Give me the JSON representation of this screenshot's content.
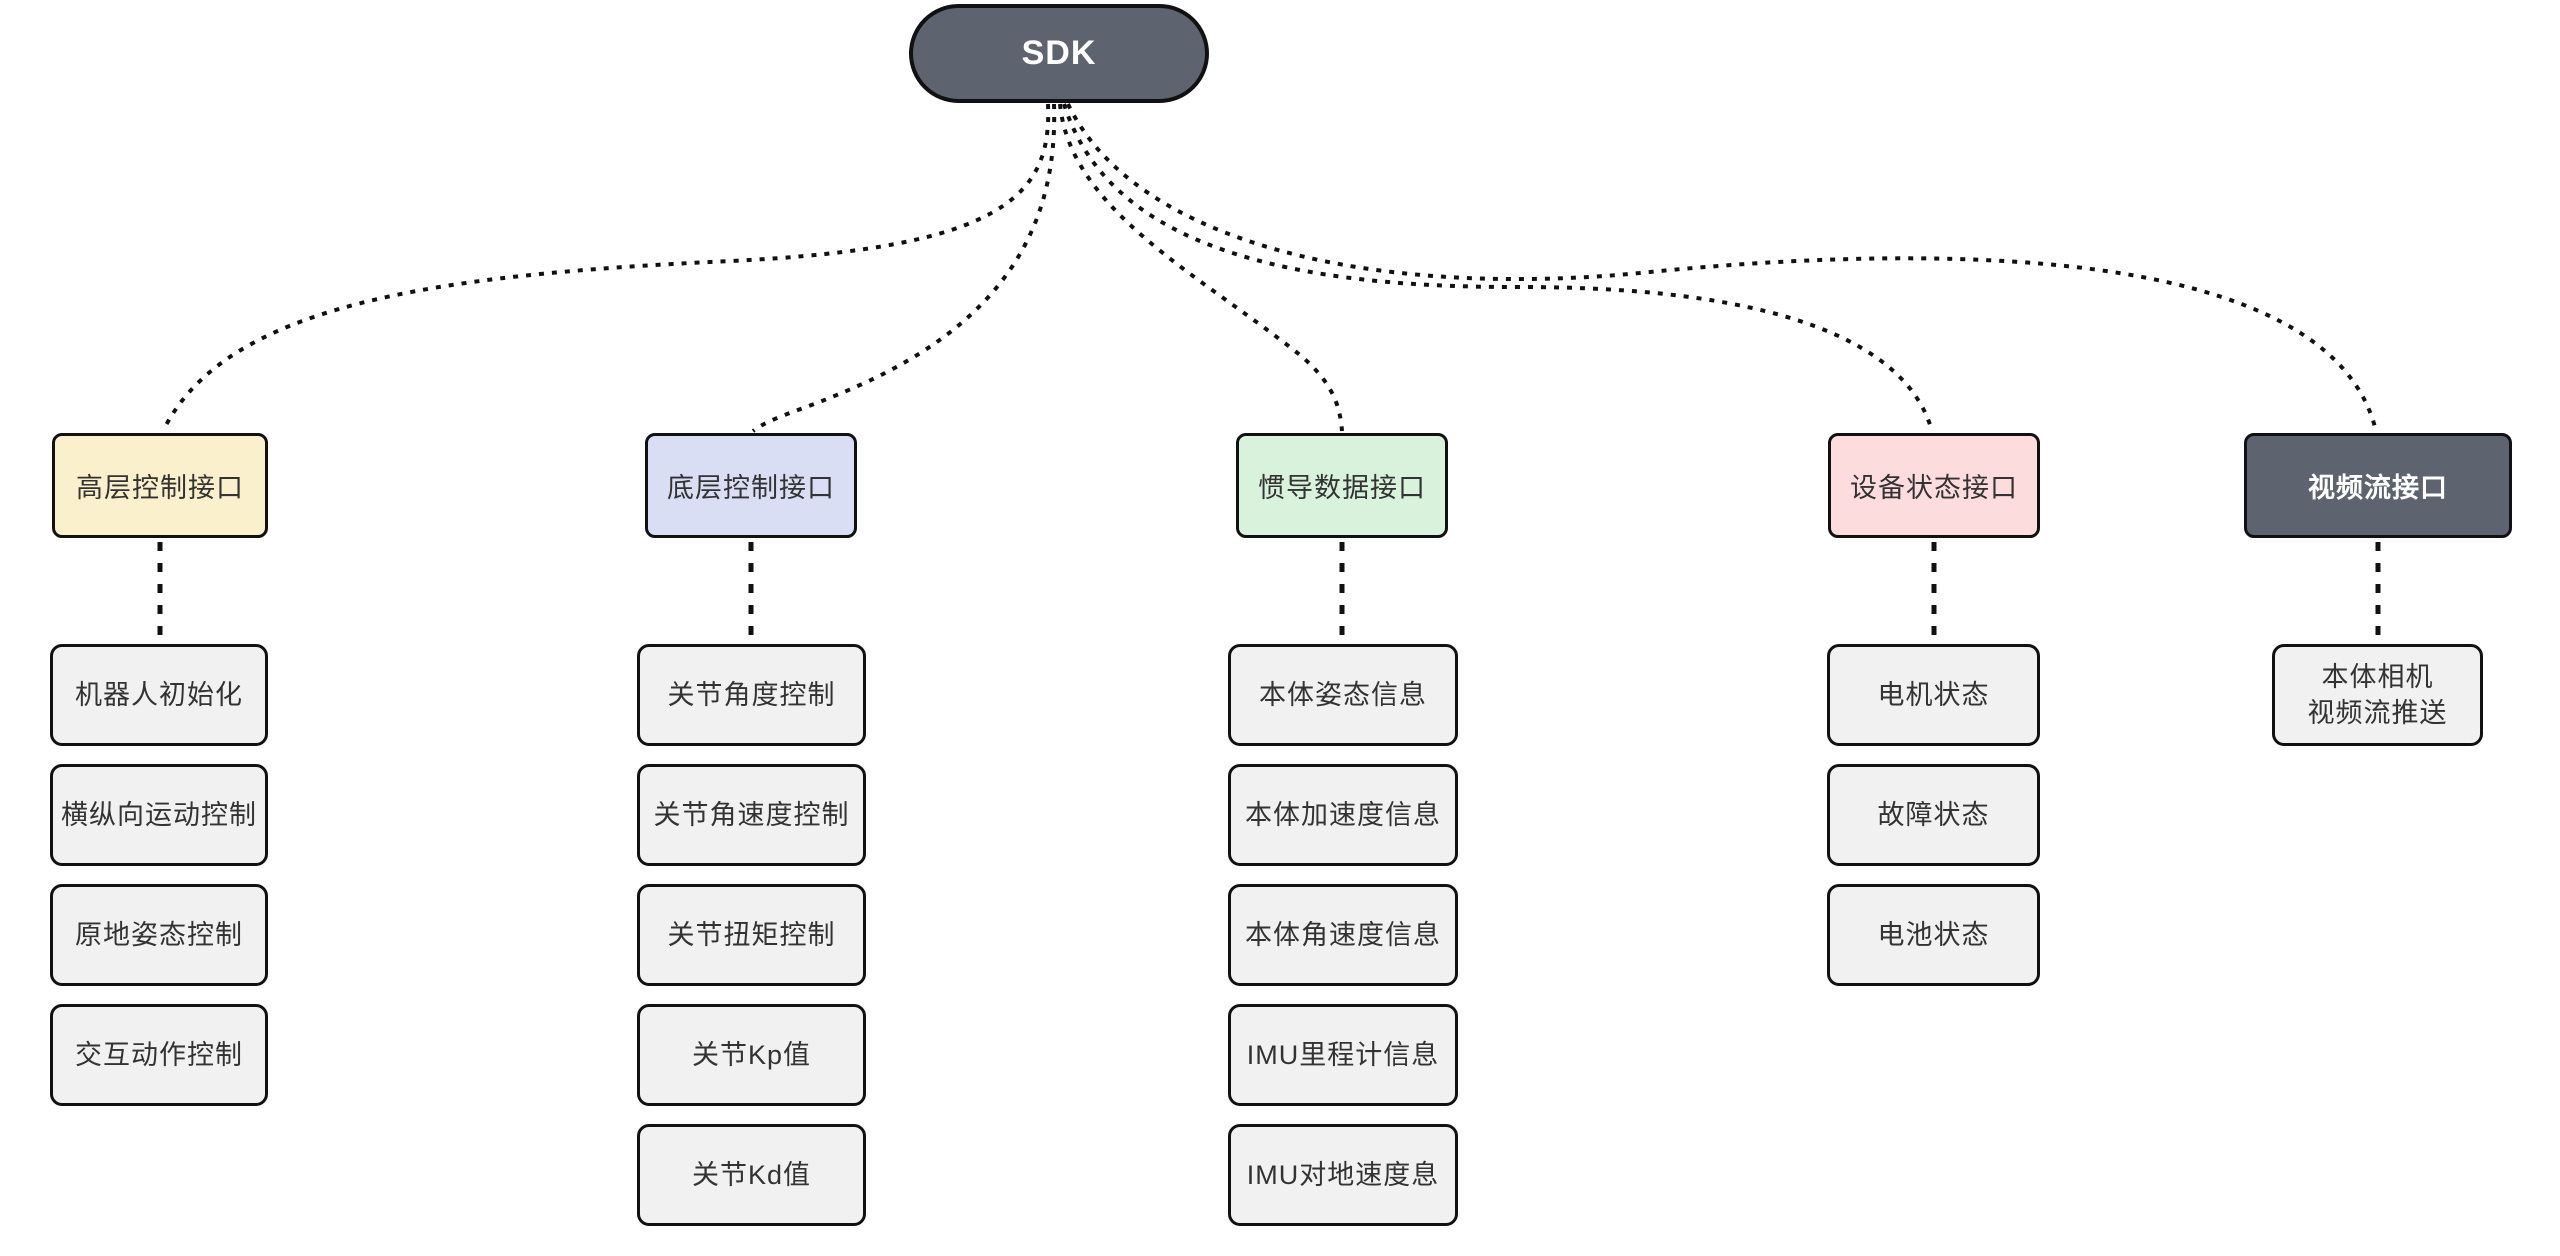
{
  "root": {
    "label": "SDK"
  },
  "colors": {
    "root_fill": "#5d646f",
    "root_text": "#ffffff",
    "branch_high_level": "#faf0cb",
    "branch_low_level": "#d9def5",
    "branch_imu": "#d9f2dc",
    "branch_device_status": "#fcdcdc",
    "branch_video_stream": "#5d646f",
    "child_fill": "#f1f1f2",
    "border": "#111111",
    "text": "#333333"
  },
  "branches": [
    {
      "label": "高层控制接口",
      "children": [
        "机器人初始化",
        "横纵向运动控制",
        "原地姿态控制",
        "交互动作控制"
      ]
    },
    {
      "label": "底层控制接口",
      "children": [
        "关节角度控制",
        "关节角速度控制",
        "关节扭矩控制",
        "关节Kp值",
        "关节Kd值"
      ]
    },
    {
      "label": "惯导数据接口",
      "children": [
        "本体姿态信息",
        "本体加速度信息",
        "本体角速度信息",
        "IMU里程计信息",
        "IMU对地速度息"
      ]
    },
    {
      "label": "设备状态接口",
      "children": [
        "电机状态",
        "故障状态",
        "电池状态"
      ]
    },
    {
      "label": "视频流接口",
      "children": [
        "本体相机\n视频流推送"
      ]
    }
  ]
}
